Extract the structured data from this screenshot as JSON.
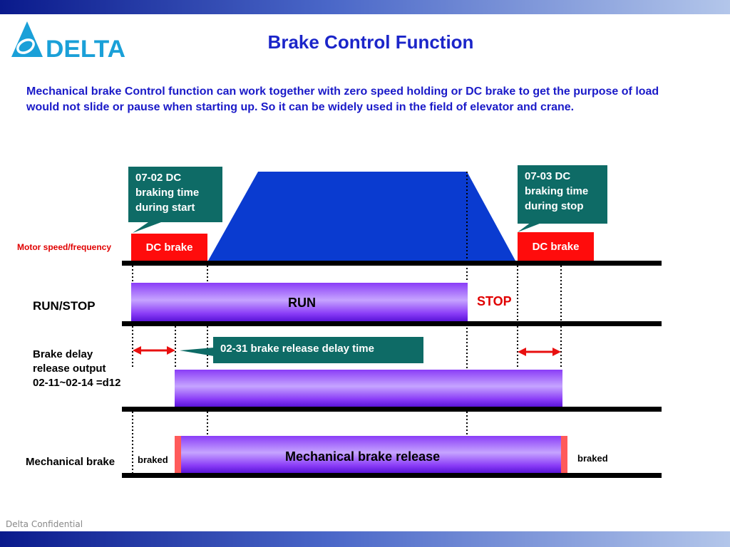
{
  "header": {
    "title": "Brake Control Function",
    "logo_text": "DELTA"
  },
  "intro": "Mechanical brake Control function can work together with zero speed holding or DC brake to get the purpose of load would not slide or pause when starting up. So it can be widely used in the field of elevator and crane.",
  "callouts": {
    "start": "07-02 DC braking time during start",
    "stop": "07-03 DC braking time during stop",
    "delay": "02-31 brake release delay time"
  },
  "dc_brake_start": "DC brake",
  "dc_brake_stop": "DC brake",
  "rows": {
    "motor": "Motor speed/frequency",
    "runstop": "RUN/STOP",
    "brake_delay": "Brake delay release output 02-11~02-14 =d12",
    "mechanical": "Mechanical brake"
  },
  "run_label": "RUN",
  "stop_label": "STOP",
  "mech_release_label": "Mechanical brake release",
  "braked_left": "braked",
  "braked_right": "braked",
  "footer": "Delta Confidential",
  "colors": {
    "accent_blue": "#1b25c9",
    "speed_fill": "#0a3bd0",
    "callout_bg": "#0e6b66",
    "dc_brake_red": "#ff0c0c",
    "stop_red": "#e00000",
    "arrow_red": "#e81010"
  }
}
